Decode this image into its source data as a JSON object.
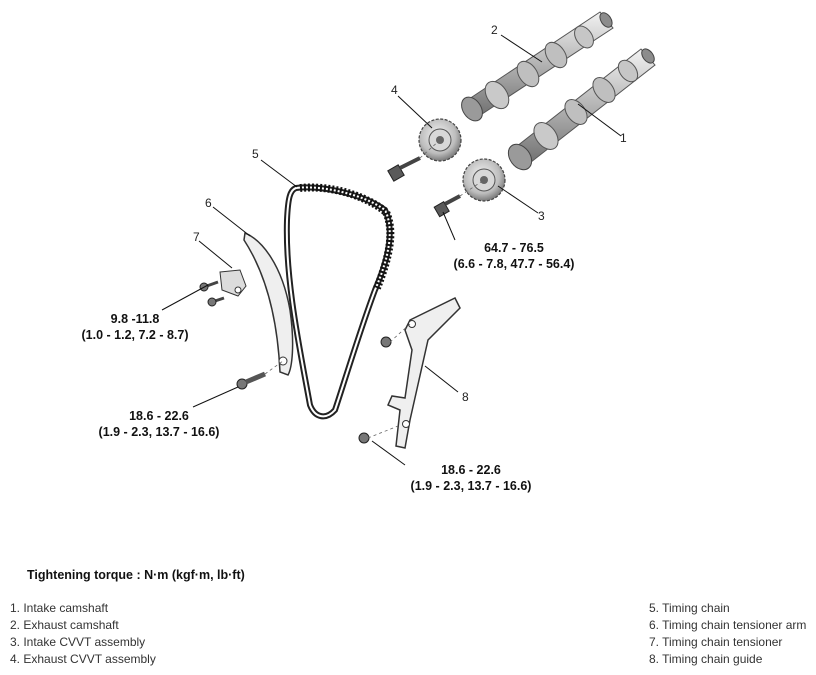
{
  "callouts": [
    "1",
    "2",
    "3",
    "4",
    "5",
    "6",
    "7",
    "8"
  ],
  "torques": {
    "cvvt_bolt": {
      "value": "64.7 - 76.5",
      "alt": "(6.6 - 7.8, 47.7 - 56.4)"
    },
    "tensioner_bolt": {
      "value": "9.8 -11.8",
      "alt": "(1.0 - 1.2, 7.2 - 8.7)"
    },
    "arm_bolt": {
      "value": "18.6 - 22.6",
      "alt": "(1.9 - 2.3, 13.7 - 16.6)"
    },
    "guide_bolt": {
      "value": "18.6 - 22.6",
      "alt": "(1.9 - 2.3, 13.7 - 16.6)"
    }
  },
  "torque_title": "Tightening torque : N·m (kgf·m, lb·ft)",
  "legend_left": [
    "1. Intake camshaft",
    "2. Exhaust camshaft",
    "3. Intake CVVT assembly",
    "4. Exhaust CVVT assembly"
  ],
  "legend_right": [
    "5. Timing chain",
    "6. Timing chain tensioner arm",
    "7. Timing chain tensioner",
    "8. Timing chain guide"
  ]
}
